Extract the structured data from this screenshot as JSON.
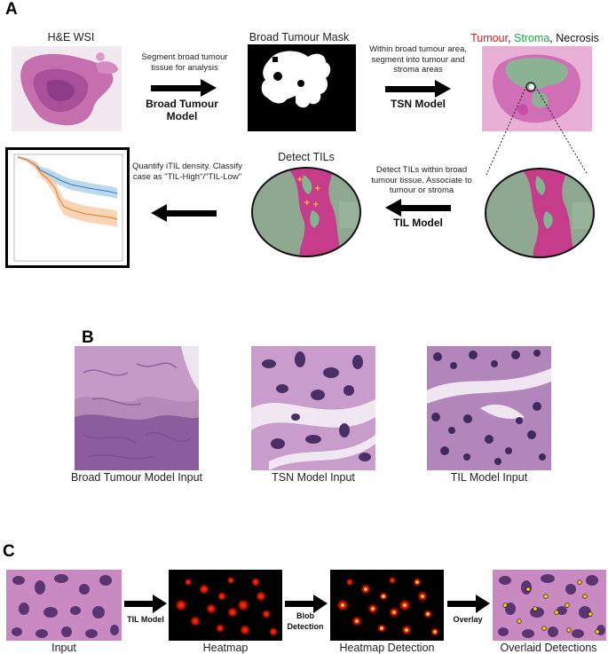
{
  "panels": {
    "a": "A",
    "b": "B",
    "c": "C"
  },
  "panel_a": {
    "wsi_title": "H&E WSI",
    "mask_title": "Broad Tumour Mask",
    "legend": {
      "tumour": "Tumour",
      "sep1": ", ",
      "stroma": "Stroma",
      "sep2": ", ",
      "necrosis": "Necrosis"
    },
    "step1": {
      "desc": "Segment broad tumour tissue for analysis",
      "model": "Broad Tumour Model"
    },
    "step2": {
      "desc": "Within broad tumour area, segment into tumour and stroma areas",
      "model": "TSN Model"
    },
    "step3": {
      "desc": "Detect TILs within broad tumour tissue. Associate to tumour or stroma",
      "model": "TIL Model"
    },
    "step4": {
      "desc": "Quantify iTIL density. Classify case as \"TIL-High\"/\"TIL-Low\""
    },
    "detect_title": "Detect TILs"
  },
  "panel_b": {
    "captions": [
      "Broad Tumour Model Input",
      "TSN Model Input",
      "TIL Model Input"
    ]
  },
  "panel_c": {
    "captions": [
      "Input",
      "Heatmap",
      "Heatmap Detection",
      "Overlaid Detections"
    ],
    "arrows": [
      "TIL Model",
      "Blob Detection",
      "Overlay"
    ]
  },
  "colors": {
    "tumour": "#e0151f",
    "stroma": "#18a84a",
    "necrosis": "#111111",
    "he_pink": "#d97fb8",
    "he_purple": "#7a3d8f",
    "heat_red": "#ff2a00"
  }
}
